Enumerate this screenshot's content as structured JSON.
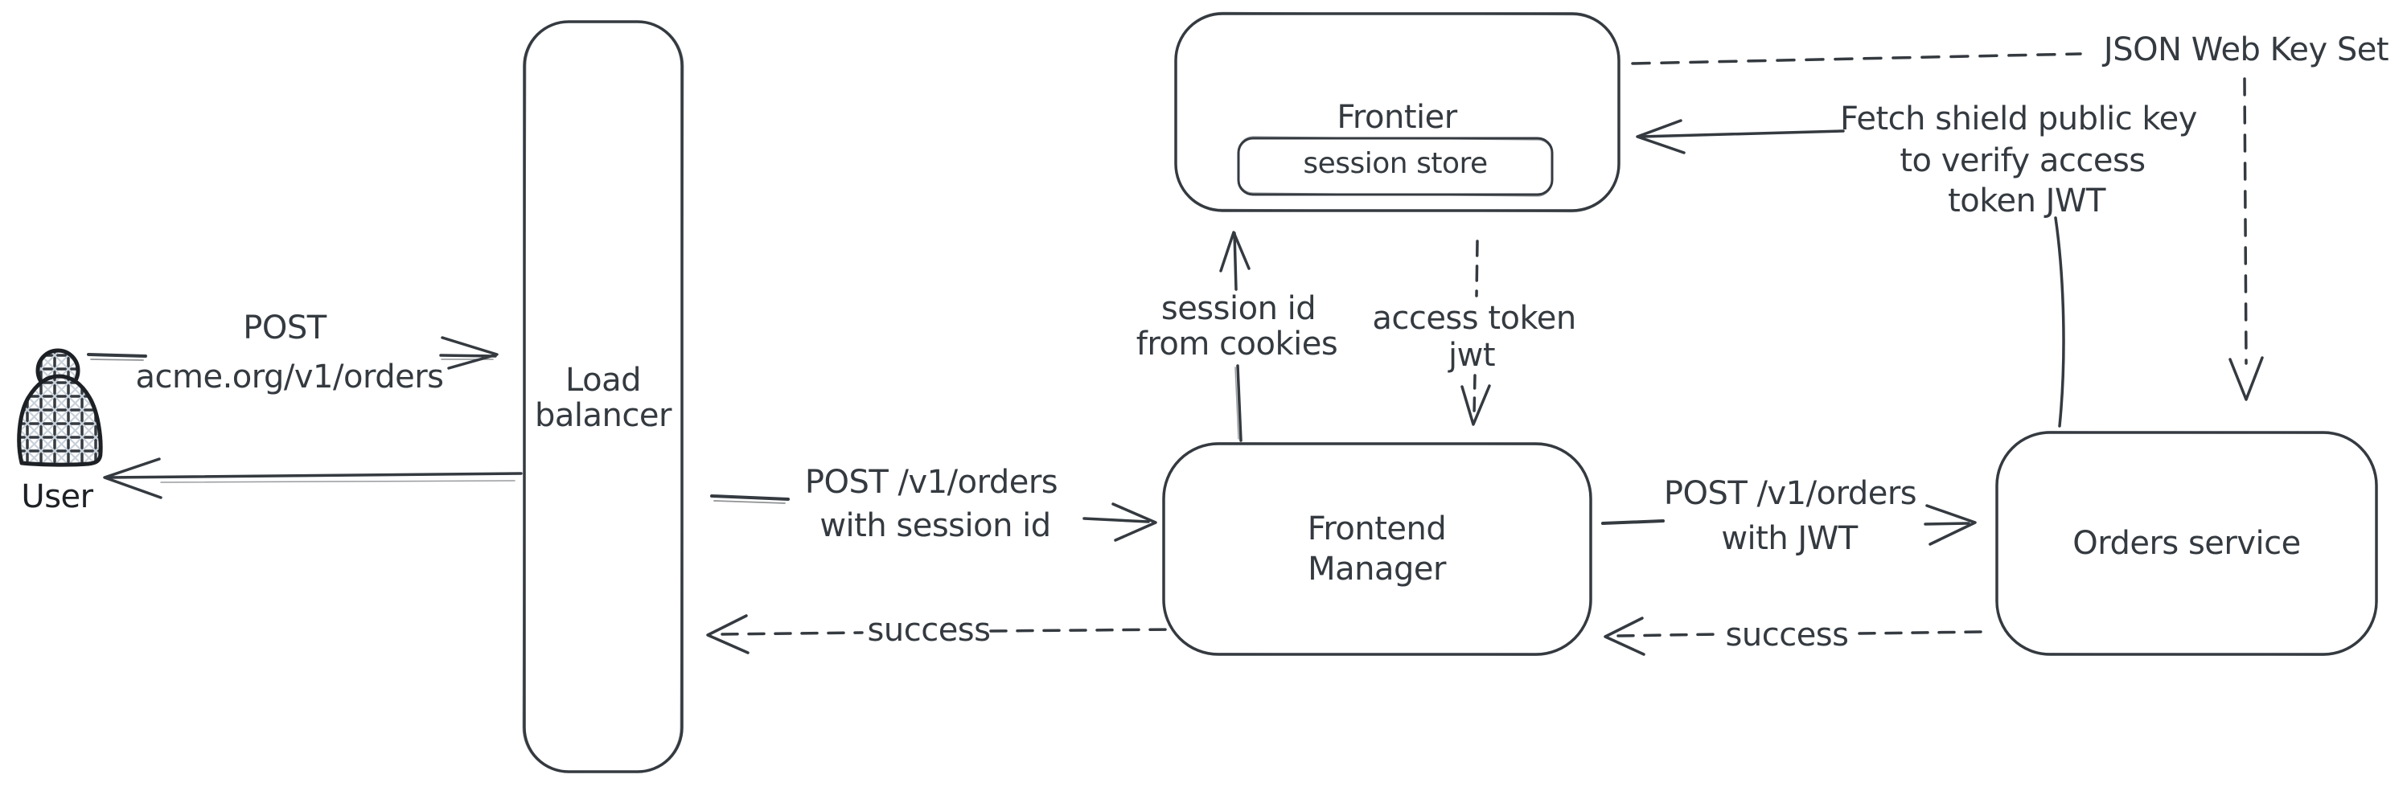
{
  "app": {
    "type": "architecture-sequence-diagram"
  },
  "colors": {
    "stroke": "#343a40",
    "figure_stroke": "#1d2125",
    "hatch_fill": "#c9d1da",
    "background": "#ffffff"
  },
  "actors": {
    "user": {
      "label": "User"
    }
  },
  "nodes": {
    "load_balancer": {
      "lines": [
        "Load",
        "balancer"
      ]
    },
    "frontier": {
      "label": "Frontier"
    },
    "session_store": {
      "label": "session store"
    },
    "frontend_manager": {
      "lines": [
        "Frontend",
        "Manager"
      ]
    },
    "orders_service": {
      "label": "Orders service"
    }
  },
  "edges": {
    "user_to_lb": {
      "lines": [
        "POST",
        "acme.org/v1/orders"
      ],
      "style": "solid",
      "direction": "right"
    },
    "lb_to_user": {
      "style": "solid",
      "direction": "left"
    },
    "lb_to_fm": {
      "lines": [
        "POST /v1/orders",
        "with session id"
      ],
      "style": "solid",
      "direction": "right"
    },
    "fm_to_lb": {
      "label": "success",
      "style": "dashed",
      "direction": "left"
    },
    "fm_to_frontier": {
      "lines": [
        "session id",
        "from cookies"
      ],
      "style": "solid",
      "direction": "up"
    },
    "frontier_to_fm": {
      "lines": [
        "access token",
        "jwt"
      ],
      "style": "dashed",
      "direction": "down"
    },
    "fm_to_orders": {
      "lines": [
        "POST /v1/orders",
        "with JWT"
      ],
      "style": "solid",
      "direction": "right"
    },
    "orders_to_fm": {
      "label": "success",
      "style": "dashed",
      "direction": "left"
    },
    "jwks_to_frontier": {
      "label": "JSON Web Key Set",
      "style": "dashed",
      "direction": "left"
    },
    "jwks_to_orders": {
      "style": "dashed",
      "direction": "down"
    },
    "orders_to_frontier": {
      "lines": [
        "Fetch shield public key",
        "to verify access",
        "token JWT"
      ],
      "style": "solid",
      "direction": "left"
    }
  }
}
